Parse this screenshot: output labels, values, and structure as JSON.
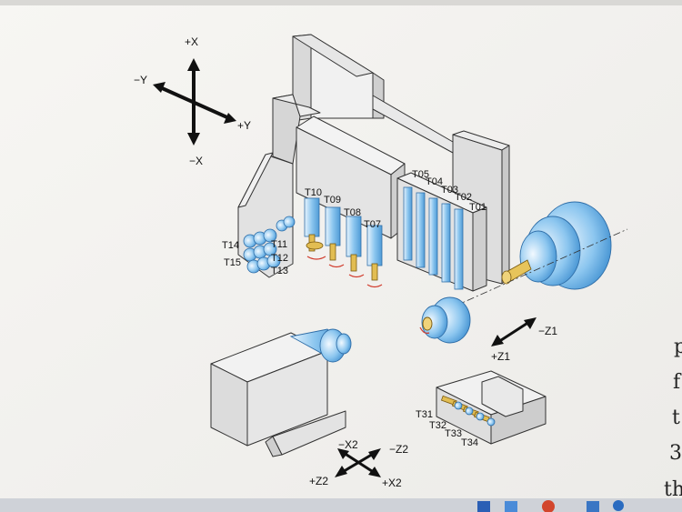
{
  "axes_y": {
    "plus_x": "+X",
    "minus_y": "−Y",
    "plus_y": "+Y",
    "minus_x": "−X"
  },
  "axes_z": {
    "minus_z1": "−Z1",
    "plus_z1": "+Z1"
  },
  "axes_x2": {
    "minus_x2": "−X2",
    "minus_z2": "−Z2",
    "plus_z2": "+Z2",
    "plus_x2": "+X2"
  },
  "tools": {
    "t01": "T01",
    "t02": "T02",
    "t03": "T03",
    "t04": "T04",
    "t05": "T05",
    "t07": "T07",
    "t08": "T08",
    "t09": "T09",
    "t10": "T10",
    "t11": "T11",
    "t12": "T12",
    "t13": "T13",
    "t14": "T14",
    "t15": "T15",
    "t31": "T31",
    "t32": "T32",
    "t33": "T33",
    "t34": "T34"
  },
  "background_text": [
    "p",
    "f",
    "t",
    "3",
    "th"
  ],
  "colors": {
    "steel_blue": "#8cc6ef",
    "screen_bg": "#f4f3f0",
    "ink": "#1a1a1a"
  }
}
